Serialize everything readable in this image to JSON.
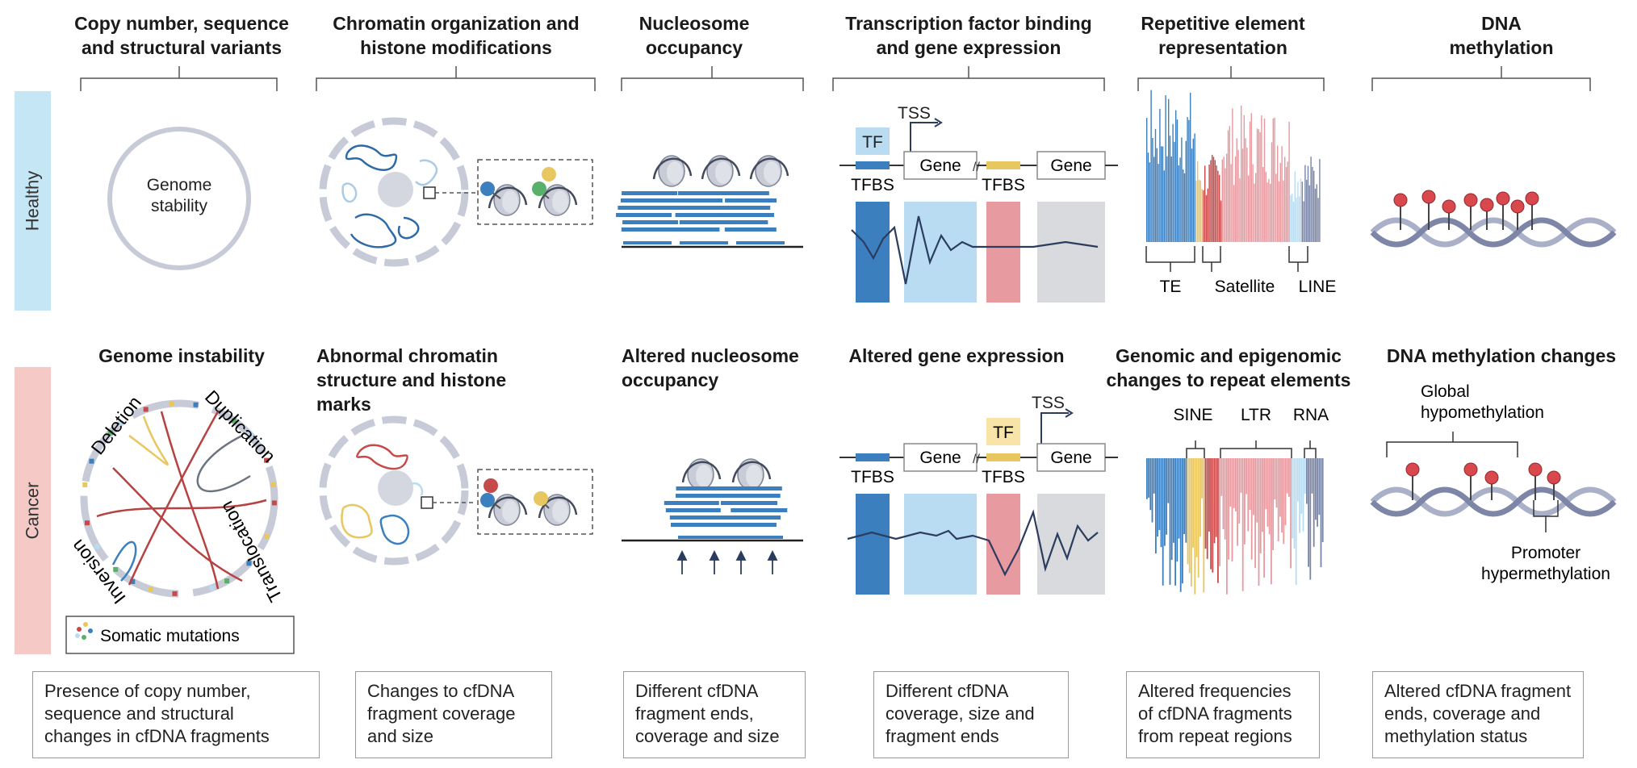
{
  "rows": {
    "healthy": "Healthy",
    "cancer": "Cancer"
  },
  "colors": {
    "healthy_band": "#c5e6f5",
    "cancer_band": "#f5c9c6",
    "dark_blue": "#3c7fbf",
    "light_blue": "#b9dcf2",
    "pink": "#e79aa0",
    "red": "#c74a4a",
    "yellow": "#e8c660",
    "grey": "#d8dadd",
    "navy": "#2b3c5f"
  },
  "healthy_headers": [
    "Copy number, sequence\nand structural variants",
    "Chromatin organization and\nhistone modifications",
    "Nucleosome\noccupancy",
    "Transcription factor binding\nand gene expression",
    "Repetitive element\nrepresentation",
    "DNA\nmethylation"
  ],
  "cancer_headers": [
    "Genome instability",
    "Abnormal chromatin\nstructure and histone marks",
    "Altered nucleosome\noccupancy",
    "Altered gene expression",
    "Genomic and epigenomic\nchanges to repeat elements",
    "DNA methylation changes"
  ],
  "panel_labels": {
    "genome_stability": "Genome\nstability",
    "deletion": "Deletion",
    "duplication": "Duplication",
    "translocation": "Translocation",
    "inversion": "Inversion",
    "somatic_mutations": "Somatic mutations",
    "tss": "TSS",
    "tf": "TF",
    "gene": "Gene",
    "tfbs": "TFBS",
    "te": "TE",
    "satellite": "Satellite",
    "line": "LINE",
    "sine": "SINE",
    "ltr": "LTR",
    "rna": "RNA",
    "global_hypomethylation": "Global\nhypomethylation",
    "promoter_hypermethylation": "Promoter\nhypermethylation"
  },
  "footer": [
    "Presence of copy number,\nsequence and structural\nchanges in cfDNA fragments",
    "Changes to cfDNA\nfragment coverage\nand size",
    "Different cfDNA\nfragment ends,\ncoverage and size",
    "Different cfDNA\ncoverage, size and\nfragment ends",
    "Altered frequencies\nof cfDNA fragments\nfrom repeat regions",
    "Altered cfDNA fragment\nends, coverage and\nmethylation status"
  ]
}
